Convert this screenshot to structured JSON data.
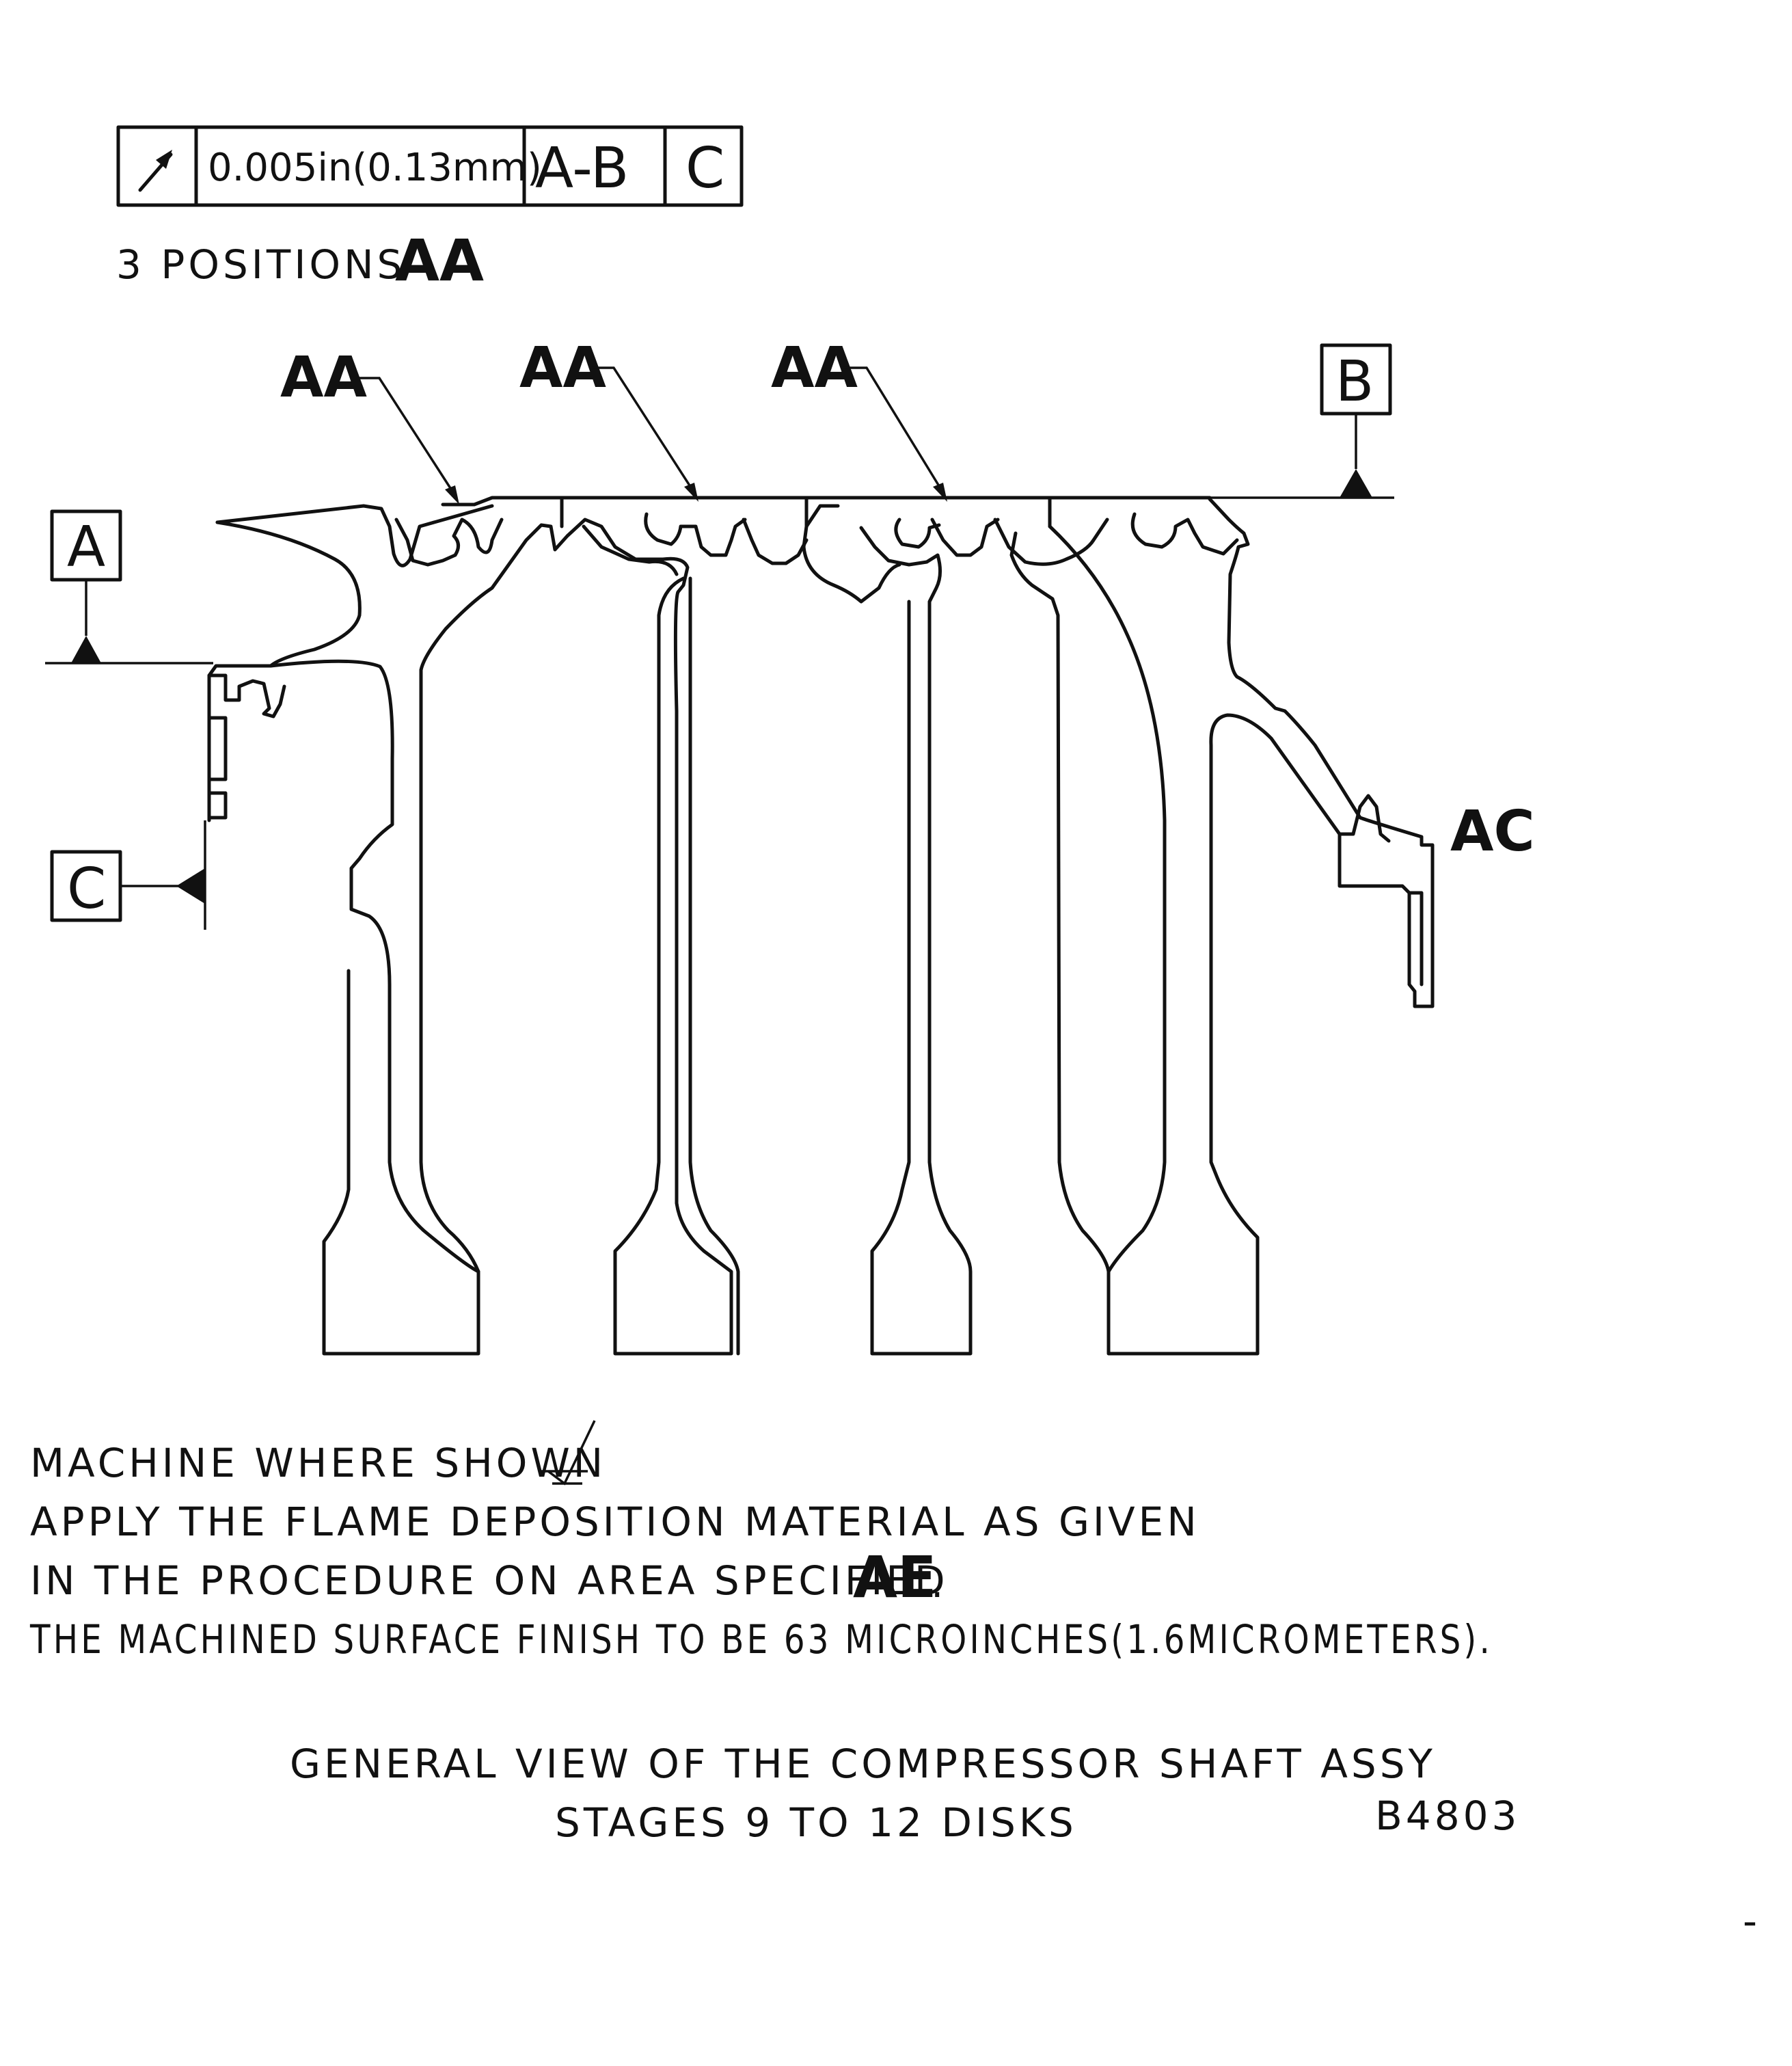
{
  "feature_control_frame": {
    "symbol_icon": "circular-runout-arrow-icon",
    "tolerance": "0.005in(0.13mm)",
    "datum_primary": "A-B",
    "datum_secondary": "C"
  },
  "positions_note": {
    "text": "3 POSITIONS",
    "ref": "AA"
  },
  "callouts": {
    "aa_1": "AA",
    "aa_2": "AA",
    "aa_3": "AA",
    "ac": "AC"
  },
  "datums": {
    "a": "A",
    "b": "B",
    "c": "C"
  },
  "notes": {
    "machine": "MACHINE WHERE SHOWN",
    "apply_1": "APPLY THE FLAME DEPOSITION MATERIAL AS GIVEN",
    "apply_2": "IN THE PROCEDURE ON AREA SPECIFIED",
    "apply_ref": "AE",
    "apply_end": ".",
    "finish": "THE MACHINED SURFACE FINISH TO BE 63 MICROINCHES(1.6MICROMETERS)."
  },
  "caption": {
    "line1": "GENERAL VIEW OF THE COMPRESSOR SHAFT ASSY",
    "line2": "STAGES 9 TO 12 DISKS",
    "figure_id": "B4803",
    "dash": "-"
  }
}
